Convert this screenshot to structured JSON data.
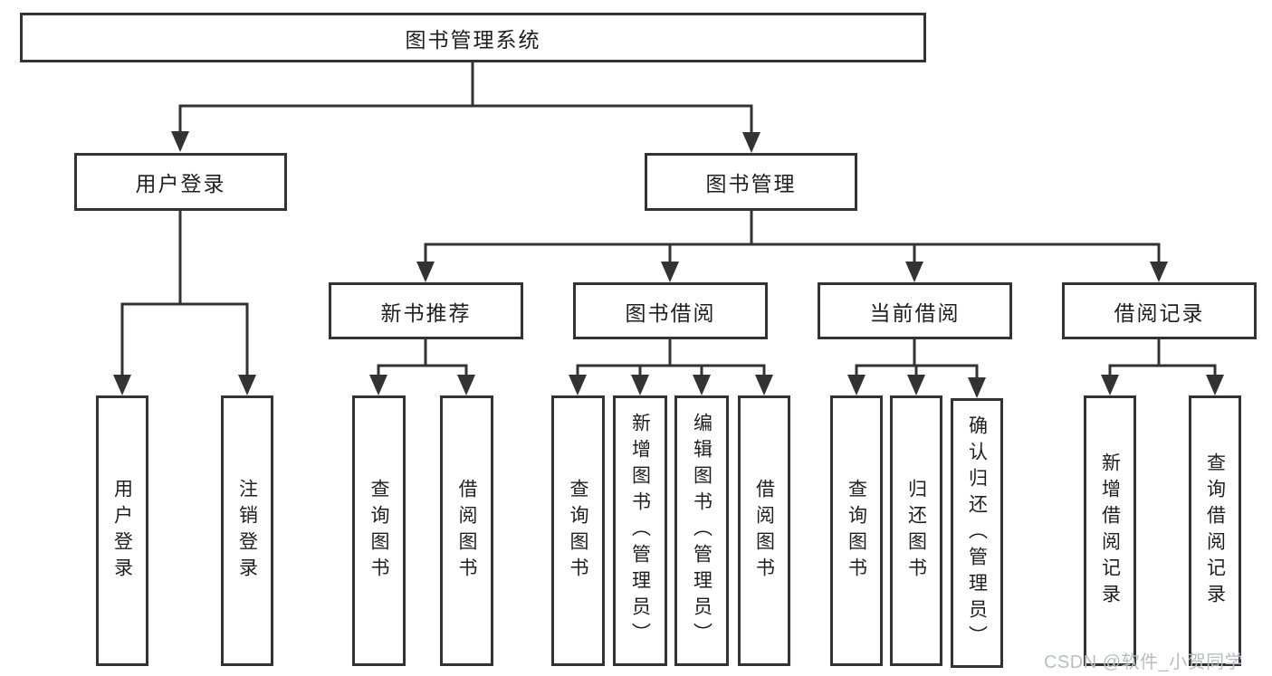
{
  "diagram": {
    "root": "图书管理系统",
    "branches": {
      "user_login": "用户登录",
      "book_management": "图书管理"
    },
    "modules": {
      "new_book_recommend": "新书推荐",
      "book_borrow": "图书借阅",
      "current_borrow": "当前借阅",
      "borrow_records": "借阅记录"
    },
    "leaves": {
      "user_login": "用户登录",
      "logout": "注销登录",
      "recommend_query_books": "查询图书",
      "recommend_borrow_books": "借阅图书",
      "borrow_query_books": "查询图书",
      "borrow_add_books": "新增图书（管理员）",
      "borrow_edit_books": "编辑图书（管理员）",
      "borrow_borrow_books": "借阅图书",
      "current_query_books": "查询图书",
      "current_return_books": "归还图书",
      "current_confirm_return": "确认归还（管理员）",
      "records_add_record": "新增借阅记录",
      "records_query_record": "查询借阅记录"
    },
    "hierarchy": [
      {
        "parent": "图书管理系统",
        "children": [
          "用户登录",
          "图书管理"
        ]
      },
      {
        "parent": "用户登录",
        "children": [
          "用户登录",
          "注销登录"
        ]
      },
      {
        "parent": "图书管理",
        "children": [
          "新书推荐",
          "图书借阅",
          "当前借阅",
          "借阅记录"
        ]
      },
      {
        "parent": "新书推荐",
        "children": [
          "查询图书",
          "借阅图书"
        ]
      },
      {
        "parent": "图书借阅",
        "children": [
          "查询图书",
          "新增图书（管理员）",
          "编辑图书（管理员）",
          "借阅图书"
        ]
      },
      {
        "parent": "当前借阅",
        "children": [
          "查询图书",
          "归还图书",
          "确认归还（管理员）"
        ]
      },
      {
        "parent": "借阅记录",
        "children": [
          "新增借阅记录",
          "查询借阅记录"
        ]
      }
    ],
    "watermark": "CSDN @软件_小贺同学",
    "colors": {
      "line": "#333333",
      "box_border": "#333333",
      "box_fill": "#ffffff",
      "text": "#1f1f1f",
      "background": "#ffffff",
      "watermark": "#b9bdc3"
    }
  }
}
